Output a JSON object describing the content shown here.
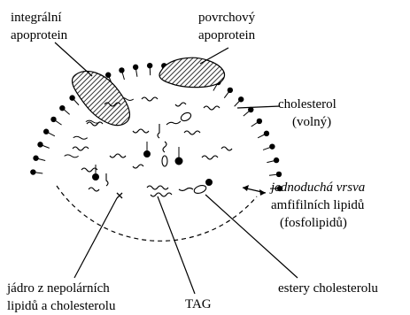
{
  "labels": {
    "integral": [
      "integrální",
      "apoprotein"
    ],
    "surface": [
      "povrchový",
      "apoprotein"
    ],
    "cholesterol": [
      "cholesterol",
      "(volný)"
    ],
    "monolayer": [
      "jednoduchá vrsva",
      "amfifilních lipidů",
      "(fosfolipidů)"
    ],
    "core": [
      "jádro z nepolárních",
      "lipidů a cholesterolu"
    ],
    "tag": "TAG",
    "esters": "estery cholesterolu"
  },
  "colors": {
    "ink": "#000000",
    "paper": "#ffffff",
    "hatch": "#000000"
  }
}
